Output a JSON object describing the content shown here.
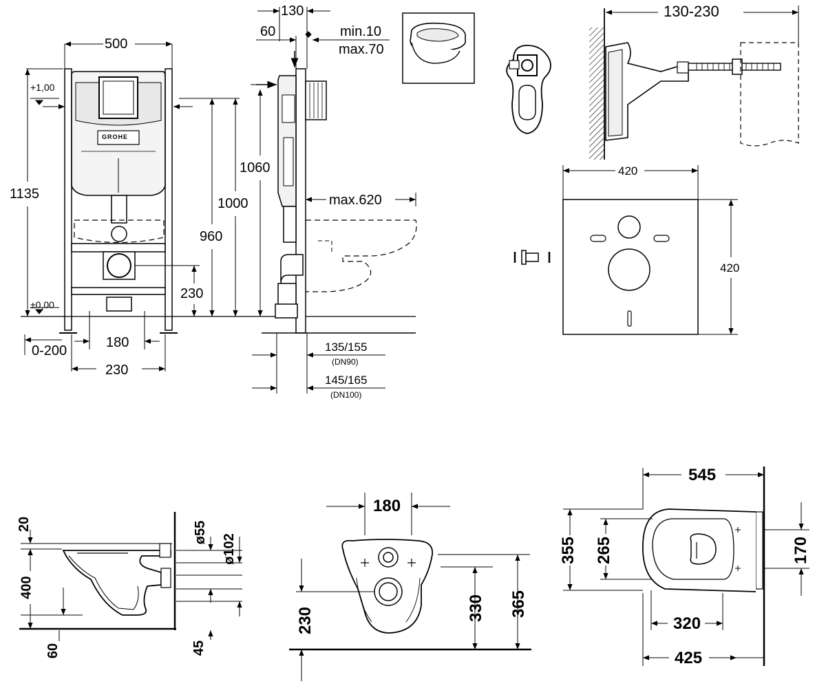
{
  "frame_front": {
    "width": "500",
    "height_total": "1135",
    "level_top": "+1,00",
    "level_zero": "±0,00",
    "h_960": "960",
    "h_230": "230",
    "range_0_200": "0-200",
    "w_180": "180",
    "w_230": "230",
    "brand": "GROHE"
  },
  "frame_side": {
    "top_130": "130",
    "d_60": "60",
    "min_depth": "min.10",
    "max_depth": "max.70",
    "h_1060": "1060",
    "h_1000": "1000",
    "max_620": "max.620",
    "d_135_155": "135/155",
    "dn90": "(DN90)",
    "d_145_165": "145/165",
    "dn100": "(DN100)"
  },
  "bolt_detail": {
    "range": "130-230"
  },
  "plate": {
    "width": "420",
    "height": "420"
  },
  "bowl_side": {
    "d_20": "20",
    "d_400": "400",
    "d_60": "60",
    "d_55": "ø55",
    "d_102": "ø102",
    "d_45": "45"
  },
  "bowl_back": {
    "w_180": "180",
    "h_230": "230",
    "h_330": "330",
    "h_365": "365"
  },
  "bowl_top": {
    "l_545": "545",
    "w_355": "355",
    "w_265": "265",
    "w_170": "170",
    "l_320": "320",
    "l_425": "425"
  }
}
